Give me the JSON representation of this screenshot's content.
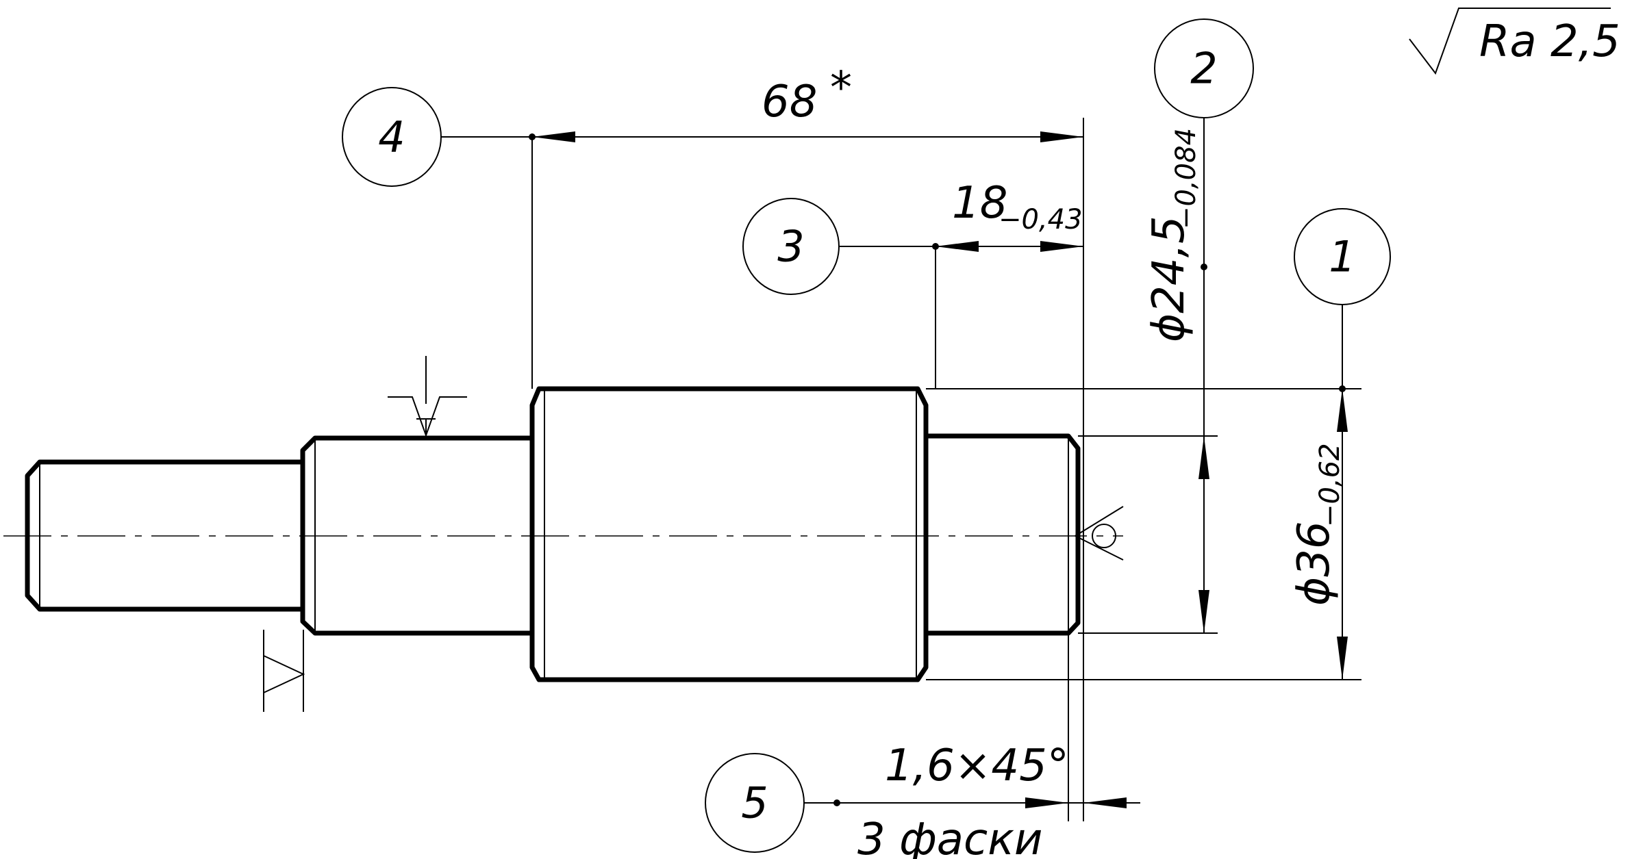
{
  "roughness_note": "Ra 2,5",
  "dimensions": {
    "overall_length": {
      "main": "68",
      "mark": "*"
    },
    "step_length": {
      "main": "18",
      "tol": "−0,43"
    },
    "small_diameter": {
      "main": "ϕ24,5",
      "tol": "−0,084"
    },
    "large_diameter": {
      "main": "ϕ36",
      "tol": "−0,62"
    },
    "chamfer": {
      "size": "1,6×45°",
      "note": "3 фаски"
    }
  },
  "callouts": [
    "1",
    "2",
    "3",
    "4",
    "5"
  ]
}
